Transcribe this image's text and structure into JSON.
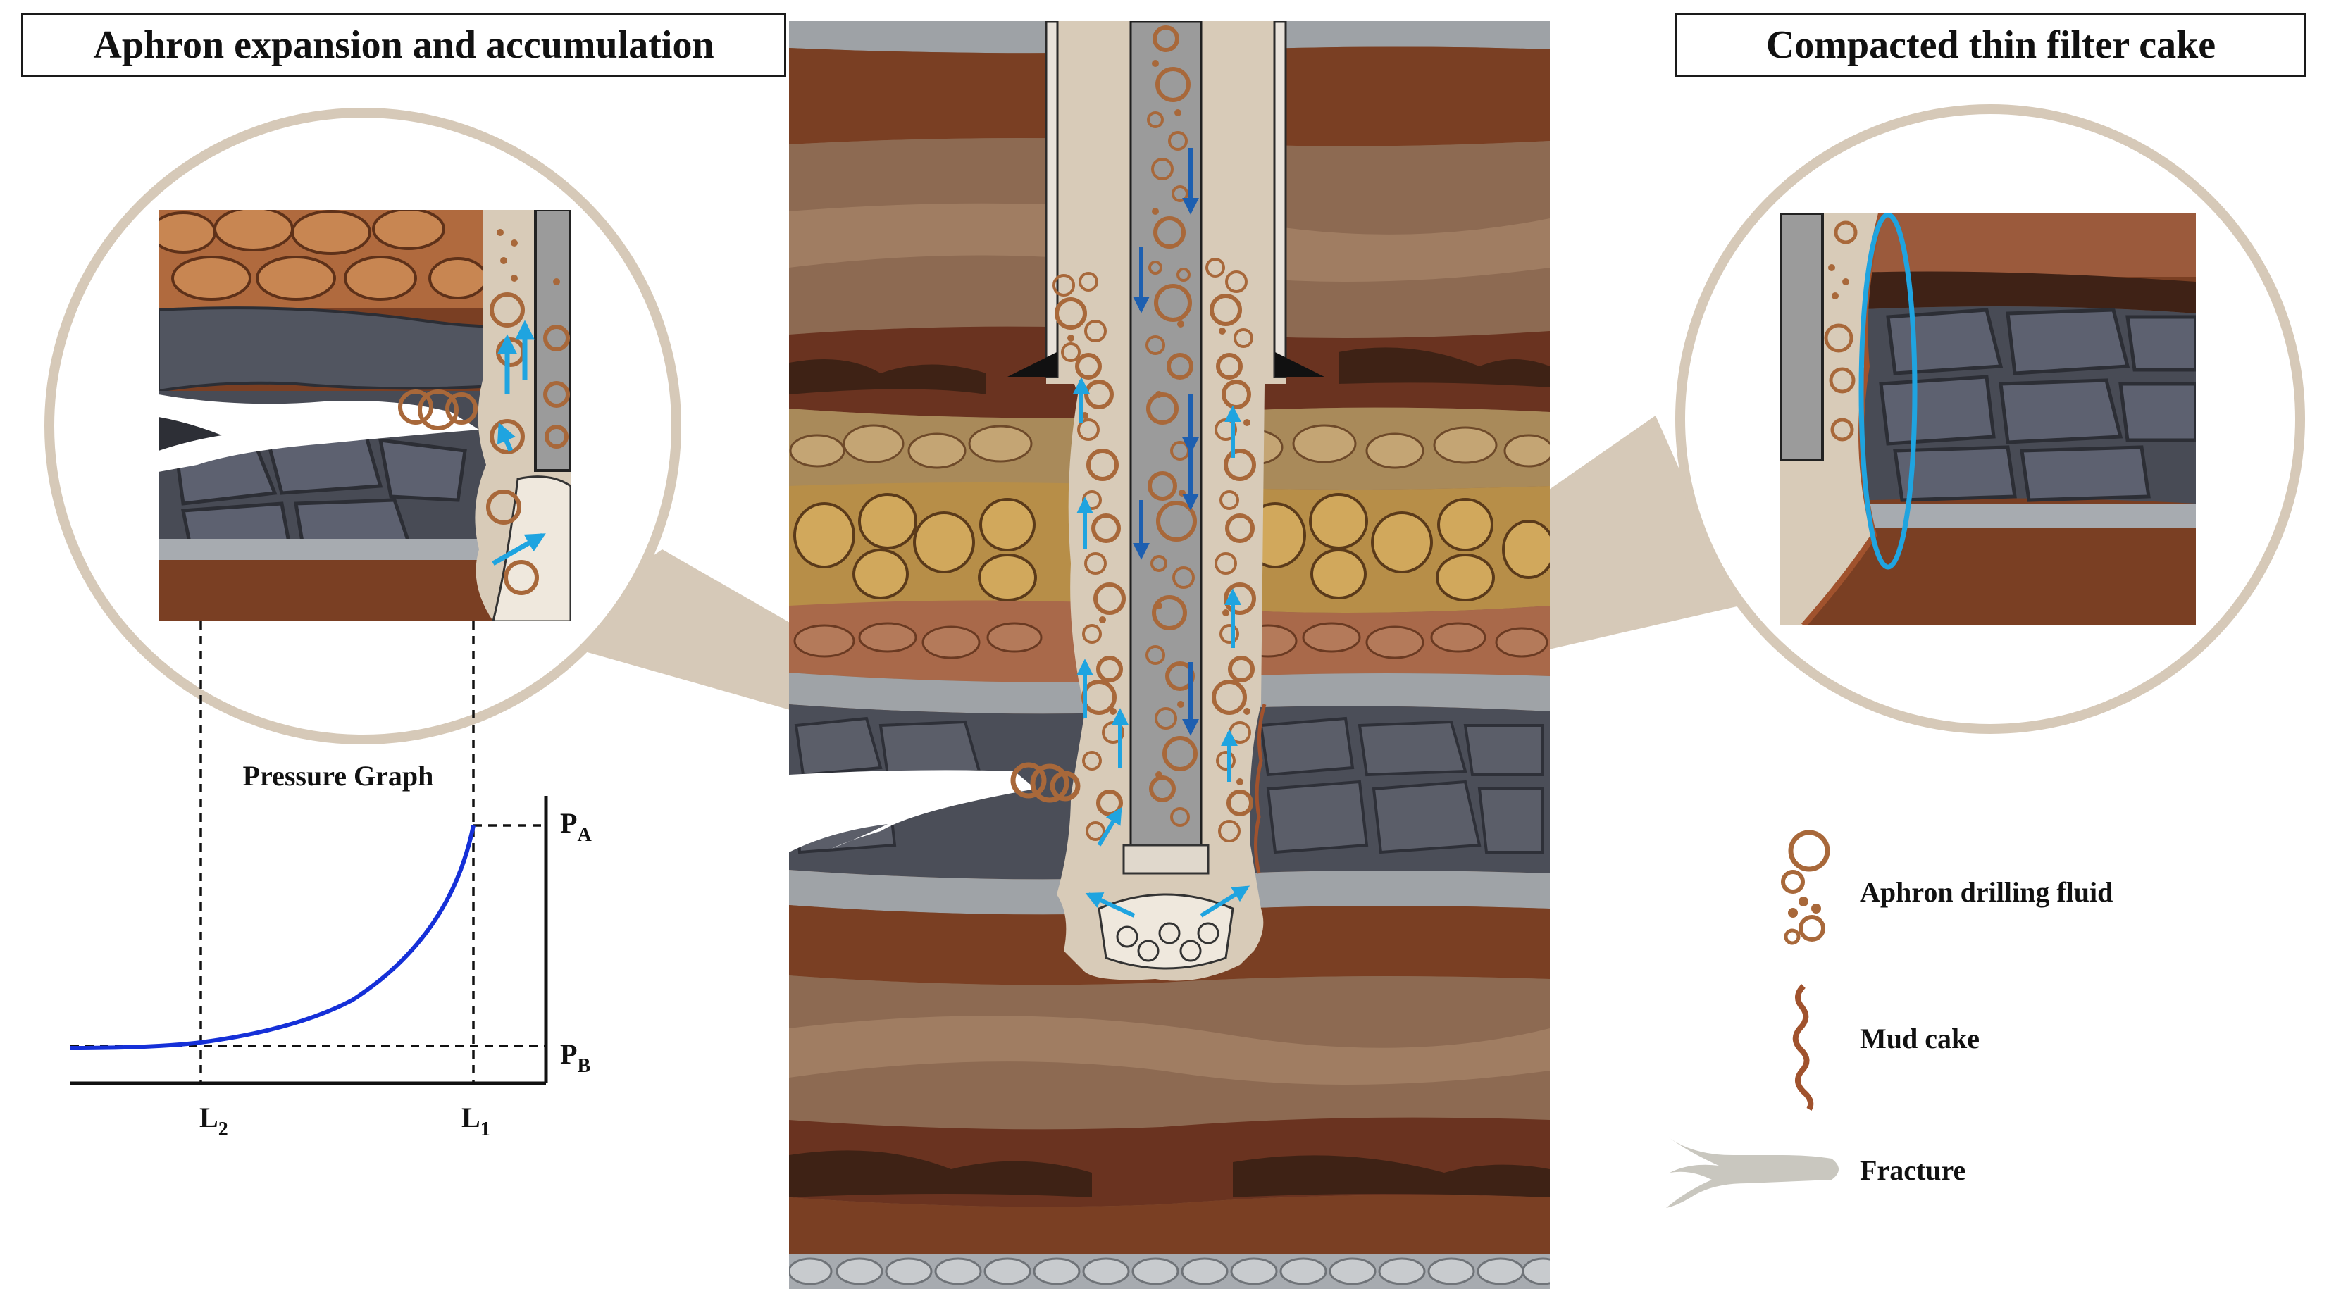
{
  "titles": {
    "left": "Aphron expansion and accumulation",
    "right": "Compacted thin filter cake"
  },
  "graph": {
    "title": "Pressure Graph",
    "y_labels": [
      {
        "main": "P",
        "sub": "A"
      },
      {
        "main": "P",
        "sub": "B"
      }
    ],
    "x_labels": [
      {
        "main": "L",
        "sub": "2"
      },
      {
        "main": "L",
        "sub": "1"
      }
    ]
  },
  "legend": [
    {
      "icon": "aphron-bubbles-icon",
      "label": "Aphron drilling fluid"
    },
    {
      "icon": "mud-cake-icon",
      "label": "Mud cake"
    },
    {
      "icon": "fracture-icon",
      "label": "Fracture"
    }
  ],
  "colors": {
    "bubble": "#a8683a",
    "arrow": "#1fa4e0",
    "curve": "#1530d8",
    "mud": "#d8cbb8",
    "pipe": "#9b9b9b"
  }
}
